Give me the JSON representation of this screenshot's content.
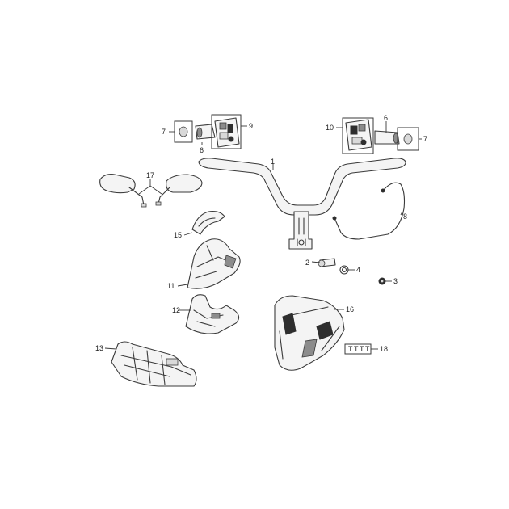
{
  "callouts": {
    "c1": "1",
    "c2": "2",
    "c3": "3",
    "c4": "4",
    "c6a": "6",
    "c6b": "6",
    "c7a": "7",
    "c7b": "7",
    "c8": "8",
    "c9": "9",
    "c10": "10",
    "c11": "11",
    "c12": "12",
    "c13": "13",
    "c15": "15",
    "c16": "16",
    "c17": "17",
    "c18": "18"
  },
  "kit_label": "TTTT",
  "colors": {
    "line": "#3a3a3a",
    "background": "#ffffff"
  }
}
